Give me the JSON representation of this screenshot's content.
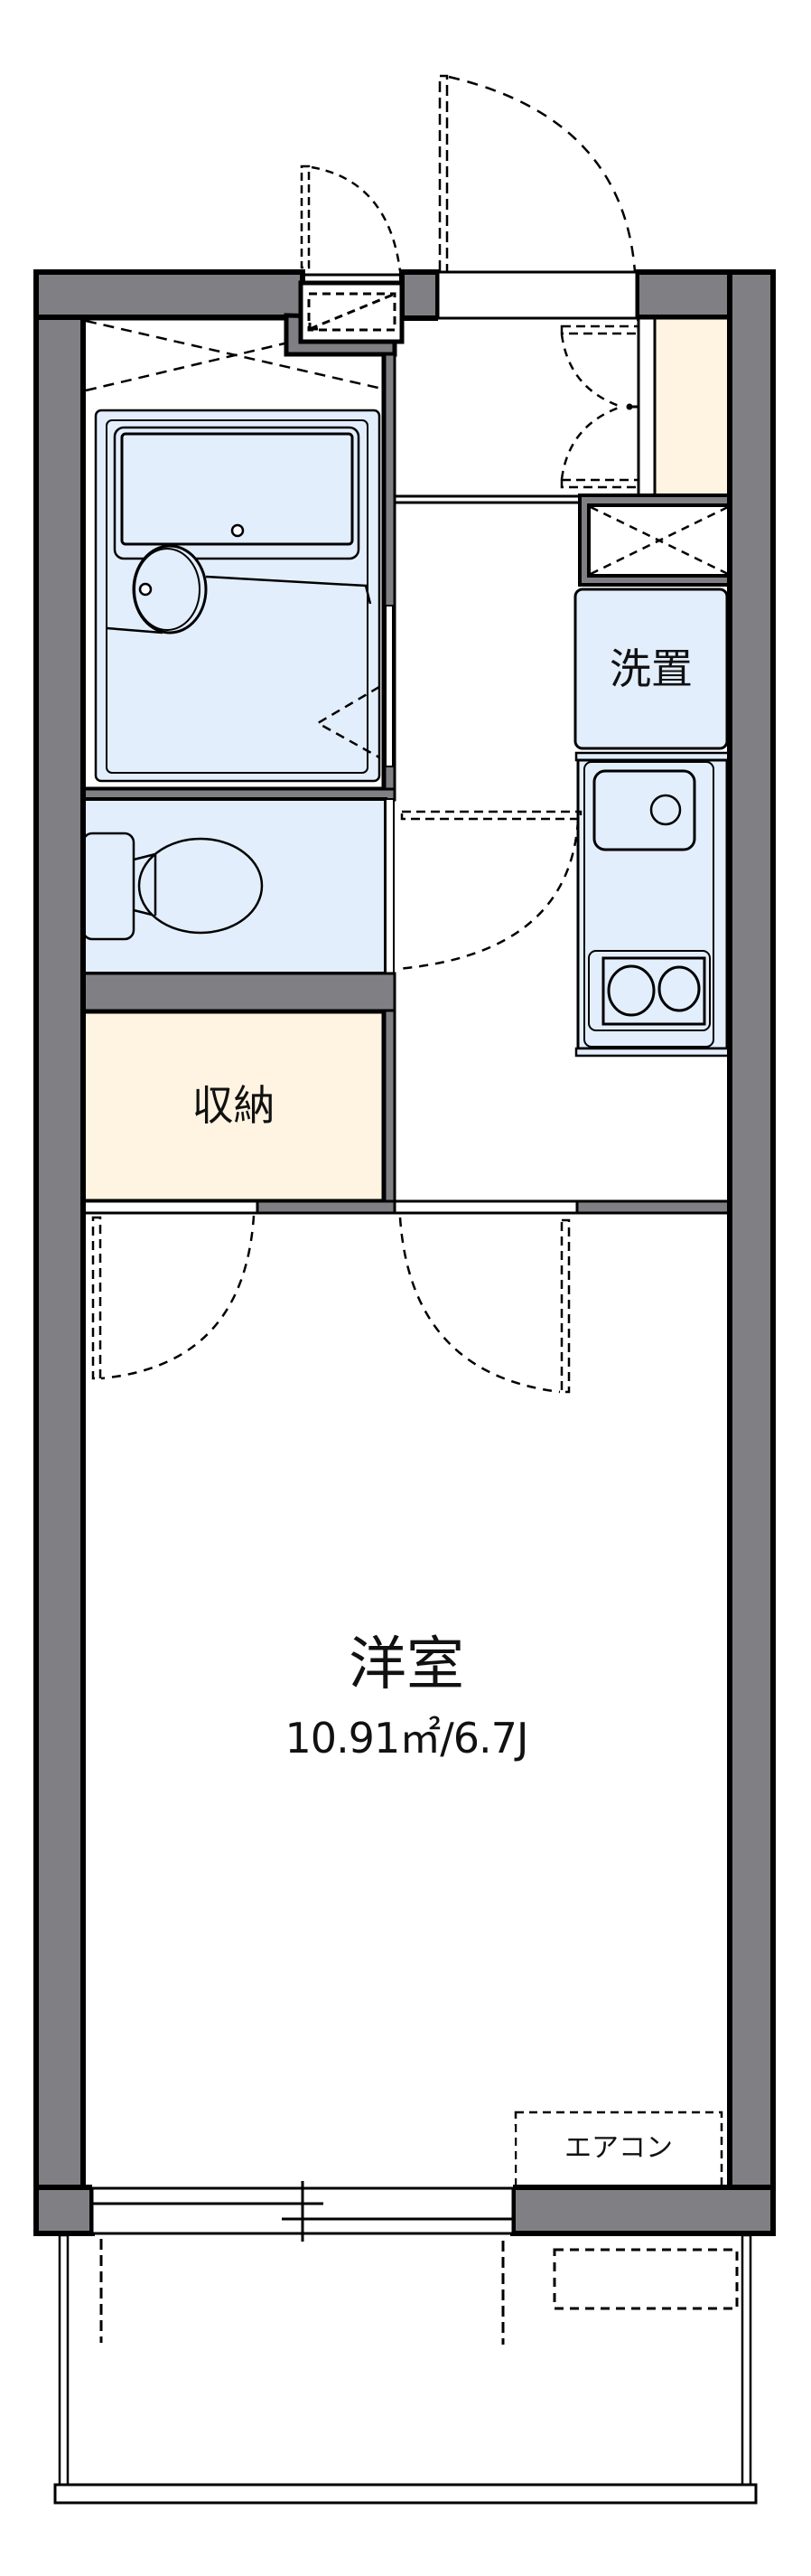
{
  "floor_plan": {
    "type": "1K apartment floor plan",
    "colors": {
      "wall": "#808084",
      "wet_area": "#e3eefc",
      "storage": "#fff4e2",
      "line": "#000000",
      "floor": "#ffffff"
    },
    "rooms": {
      "main_room": {
        "name": "洋室",
        "area": "10.91㎡/6.7J"
      },
      "storage": {
        "name": "収納"
      },
      "washer": {
        "name": "洗置"
      },
      "air_conditioner": {
        "name": "エアコン"
      }
    },
    "fixtures": [
      "unit-bath",
      "toilet",
      "kitchen-sink",
      "two-burner-stove",
      "shoe-cabinet",
      "pipe-shaft",
      "meter-box",
      "balcony",
      "outdoor-ac-unit"
    ]
  }
}
